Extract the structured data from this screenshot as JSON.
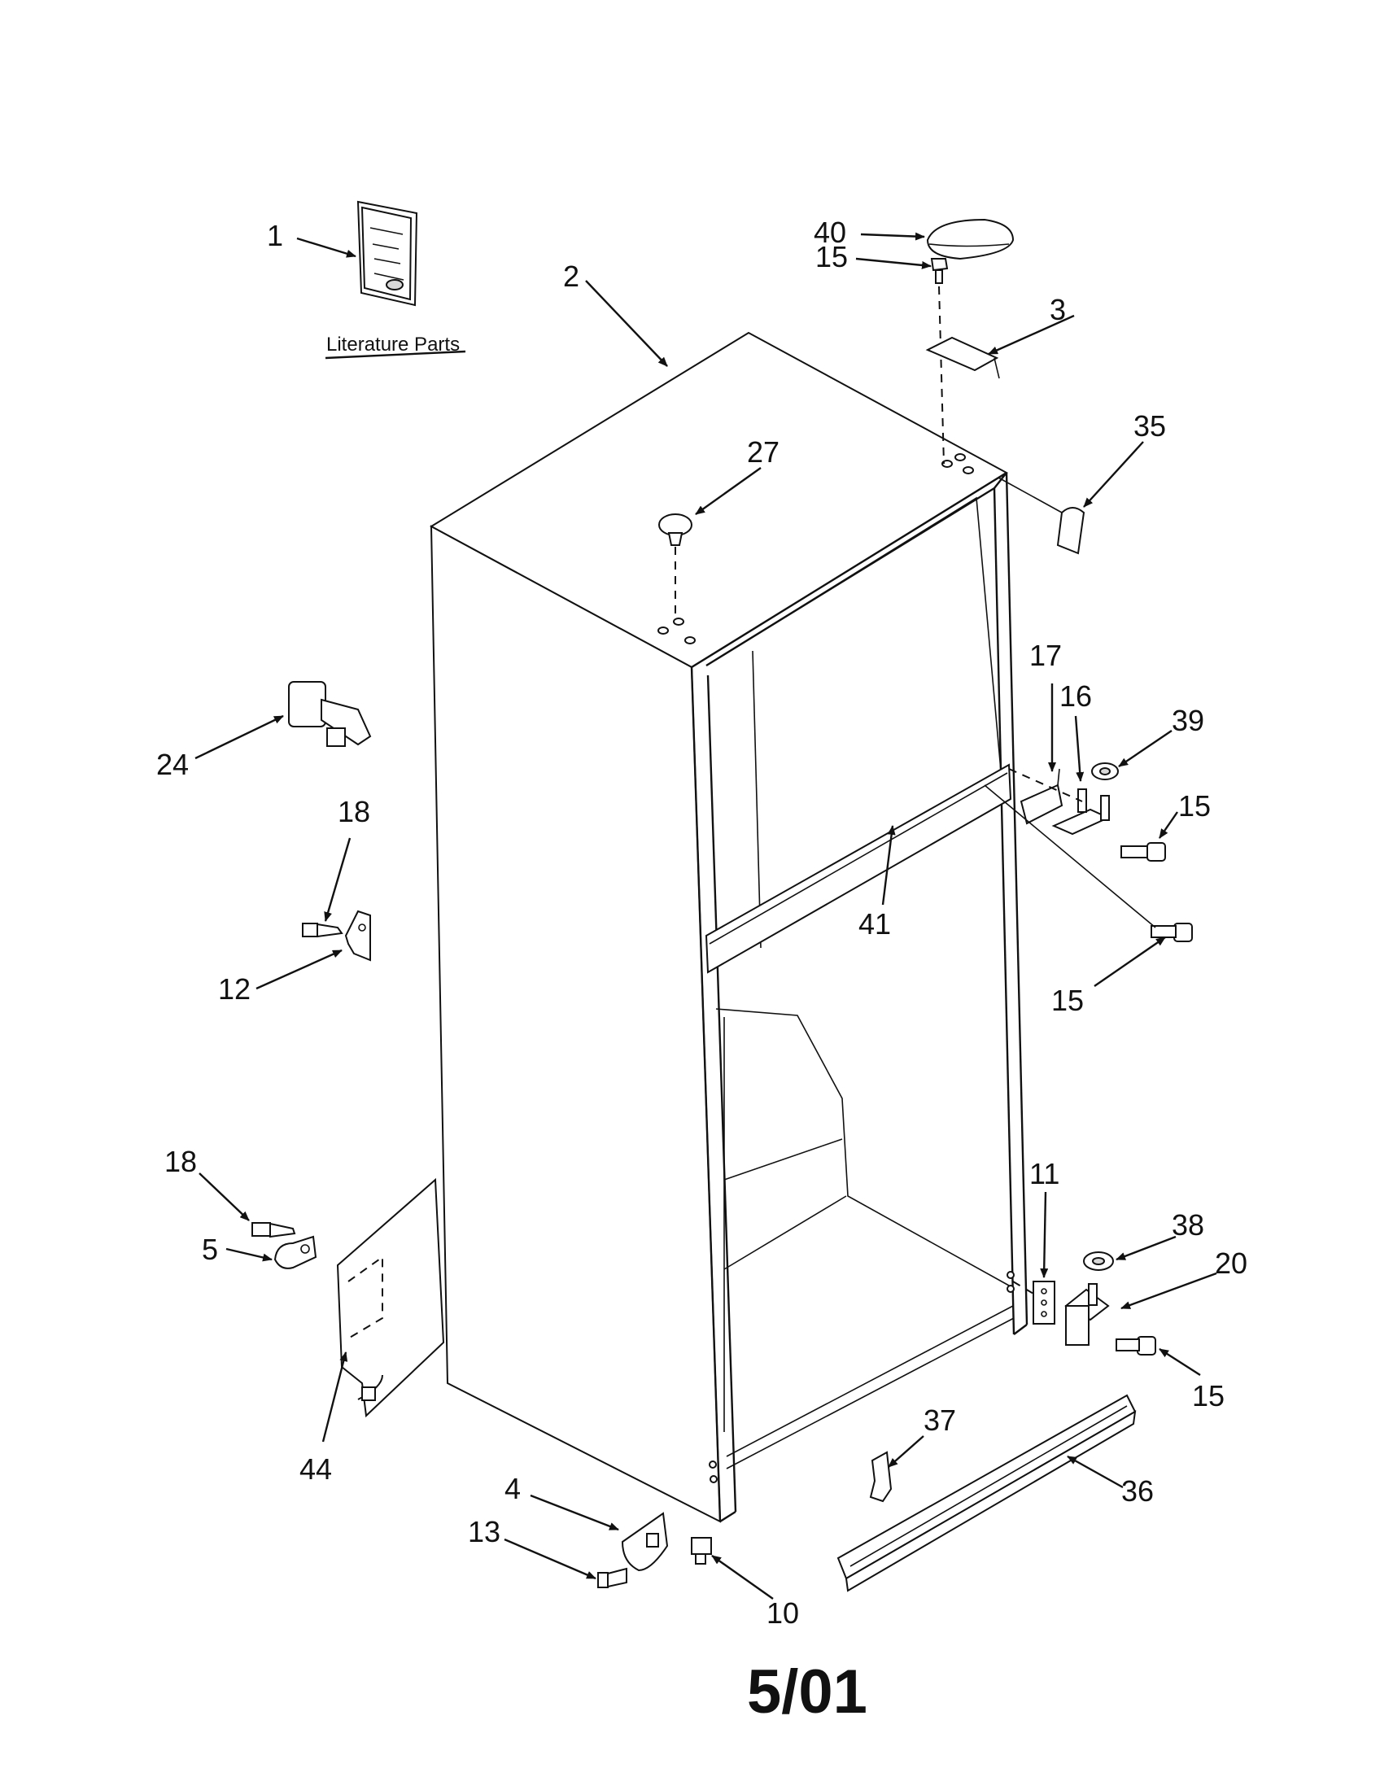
{
  "literature_caption": "Literature Parts",
  "date_code": "5/01",
  "callouts": {
    "c1": "1",
    "c2": "2",
    "c3": "3",
    "c4": "4",
    "c5": "5",
    "c10": "10",
    "c11": "11",
    "c12": "12",
    "c13": "13",
    "c15a": "15",
    "c15b": "15",
    "c15c": "15",
    "c15d": "15",
    "c16": "16",
    "c17": "17",
    "c18a": "18",
    "c18b": "18",
    "c20": "20",
    "c24": "24",
    "c27": "27",
    "c35": "35",
    "c36": "36",
    "c37": "37",
    "c38": "38",
    "c39": "39",
    "c40": "40",
    "c41": "41",
    "c44": "44"
  }
}
